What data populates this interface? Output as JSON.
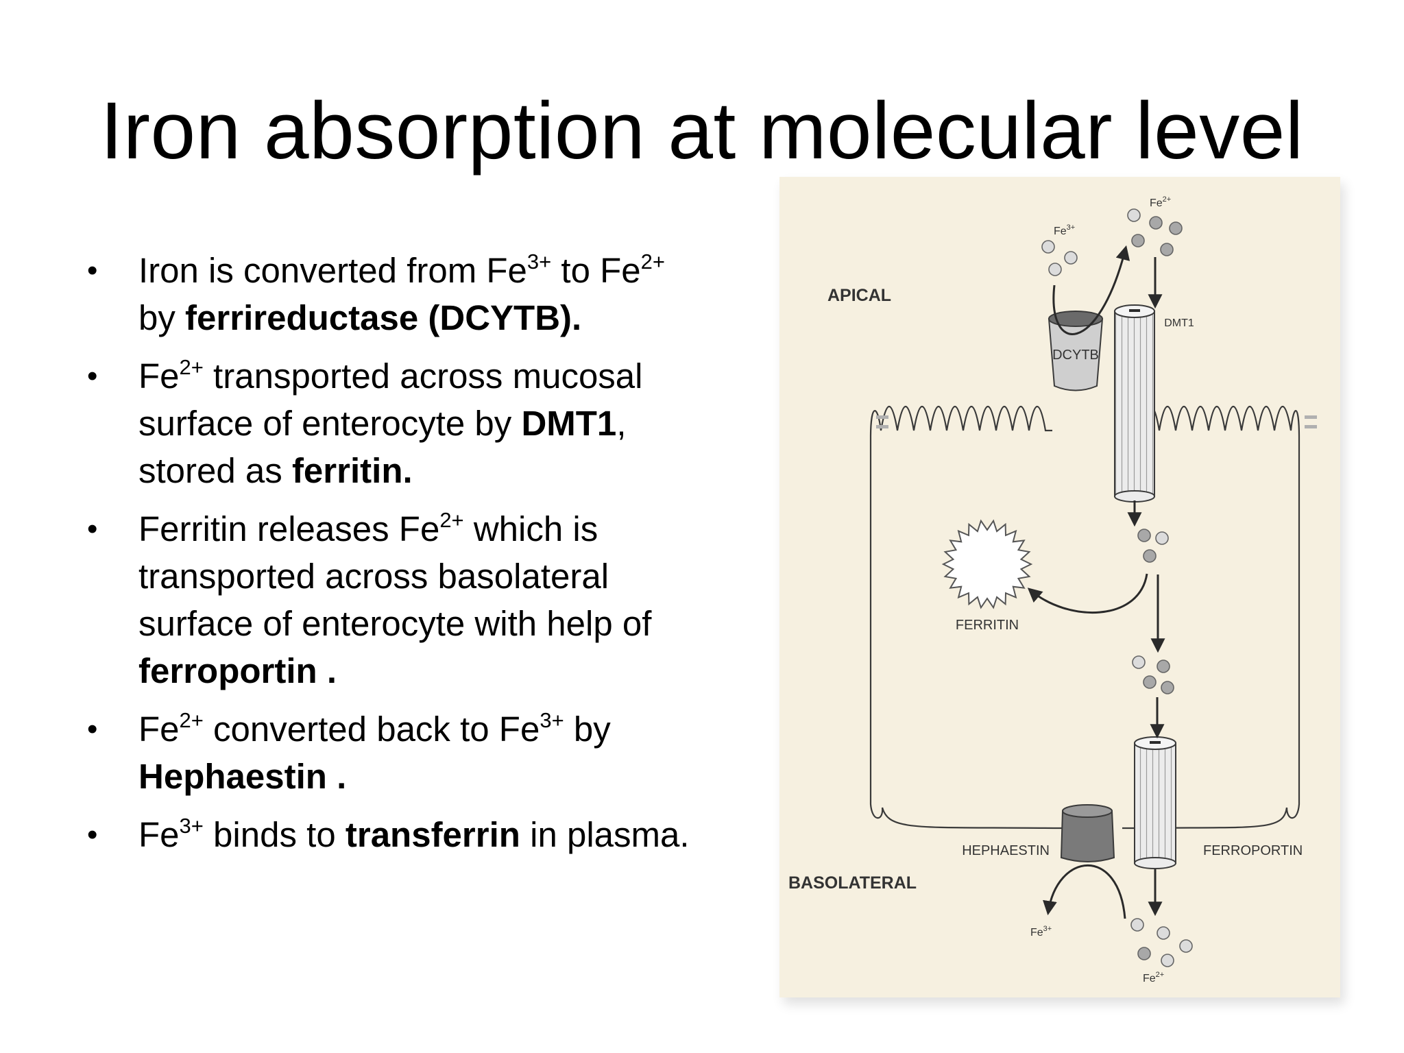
{
  "slide": {
    "title": "Iron absorption at molecular level"
  },
  "bullets": [
    {
      "segments": [
        {
          "t": "Iron is converted from Fe"
        },
        {
          "t": "3+",
          "sup": true
        },
        {
          "t": " to Fe"
        },
        {
          "t": "2+",
          "sup": true
        },
        {
          "t": " by "
        },
        {
          "t": "ferrireductase (DCYTB).",
          "b": true
        }
      ]
    },
    {
      "segments": [
        {
          "t": "Fe"
        },
        {
          "t": "2+",
          "sup": true
        },
        {
          "t": "  transported across mucosal surface of enterocyte by "
        },
        {
          "t": "DMT1",
          "b": true
        },
        {
          "t": ", stored as "
        },
        {
          "t": "ferritin.",
          "b": true
        }
      ]
    },
    {
      "segments": [
        {
          "t": "Ferritin releases Fe"
        },
        {
          "t": "2+",
          "sup": true
        },
        {
          "t": " which is transported across basolateral surface of enterocyte with help of "
        },
        {
          "t": "ferroportin .",
          "b": true
        }
      ]
    },
    {
      "segments": [
        {
          "t": "Fe"
        },
        {
          "t": "2+",
          "sup": true
        },
        {
          "t": " converted back to Fe"
        },
        {
          "t": "3+",
          "sup": true
        },
        {
          "t": " by "
        },
        {
          "t": "Hephaestin .",
          "b": true
        }
      ]
    },
    {
      "segments": [
        {
          "t": "Fe"
        },
        {
          "t": "3+",
          "sup": true
        },
        {
          "t": " binds to "
        },
        {
          "t": "transferrin",
          "b": true
        },
        {
          "t": " in plasma."
        }
      ]
    }
  ],
  "diagram": {
    "apical": "APICAL",
    "basolateral": "BASOLATERAL",
    "dcytb": "DCYTB",
    "dmt1": "DMT1",
    "ferritin": "FERRITIN",
    "hephaestin": "HEPHAESTIN",
    "ferroportin": "FERROPORTIN",
    "fe3_top": "Fe3+",
    "fe2_top": "Fe2+",
    "fe3_bottom": "Fe3+",
    "fe2_bottom": "Fe2+"
  },
  "colors": {
    "figure_bg": "#f6f0e0",
    "line": "#3a3a3a",
    "open_circle": "#dcdcdc",
    "filled_circle": "#a8a8a8",
    "hephaestin": "#7a7a7a"
  }
}
